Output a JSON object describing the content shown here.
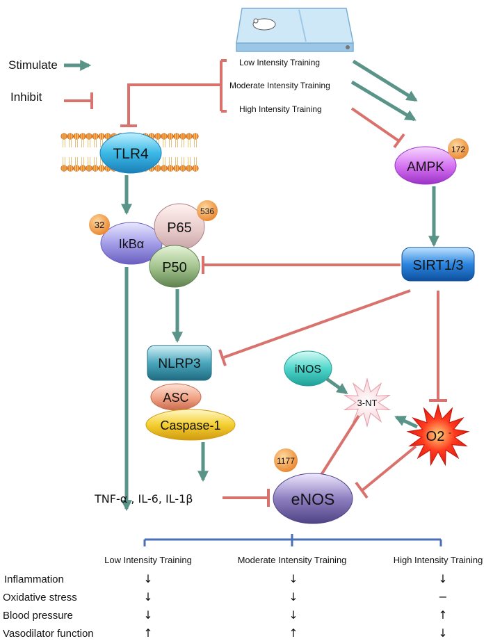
{
  "legend": {
    "stimulate": "Stimulate",
    "inhibit": "Inhibit"
  },
  "training": {
    "low": "Low Intensity Training",
    "moderate": "Moderate Intensity Training",
    "high": "High Intensity Training"
  },
  "nodes": {
    "tlr4": "TLR4",
    "ampk": "AMPK",
    "ikba": "IkBα",
    "p65": "P65",
    "p50": "P50",
    "sirt": "SIRT1/3",
    "nlrp3": "NLRP3",
    "asc": "ASC",
    "caspase": "Caspase-1",
    "inos": "iNOS",
    "nt3": "3-NT",
    "o2": "O2",
    "o2_sup": "-",
    "enos": "eNOS",
    "cytokines": "TNF-α , IL-6,  IL-1β"
  },
  "sites": {
    "ampk": "172",
    "ikba": "32",
    "p65": "536",
    "enos": "1177"
  },
  "table": {
    "columns": [
      "Low Intensity Training",
      "Moderate Intensity Training",
      "High Intensity Training"
    ],
    "rows": [
      {
        "label": "Inflammation",
        "values": [
          "↓",
          "↓",
          "↓"
        ]
      },
      {
        "label": "Oxidative stress",
        "values": [
          "↓",
          "↓",
          "−"
        ]
      },
      {
        "label": "Blood pressure",
        "values": [
          "↓",
          "↓",
          "↑"
        ]
      },
      {
        "label": "Vasodilator function",
        "values": [
          "↑",
          "↑",
          "↓"
        ]
      }
    ]
  },
  "colors": {
    "stimulate": "#5a9488",
    "inhibit": "#d9716c",
    "bracket": "#4a6fb5"
  }
}
